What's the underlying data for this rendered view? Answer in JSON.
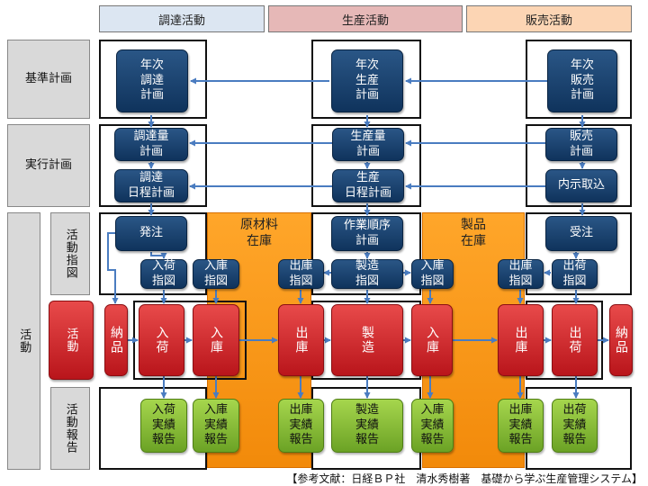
{
  "columns": {
    "procurement": "調達活動",
    "production": "生産活動",
    "sales": "販売活動"
  },
  "colors": {
    "procurement_header": "#dce6f2",
    "production_header": "#e6b8b7",
    "sales_header": "#fcd5b4",
    "plan_box": "#1f497d",
    "activity_box": "#c0262d",
    "report_box": "#8cc63f",
    "inventory": "#f79a1c",
    "arrow": "#4a7cc0"
  },
  "rows": {
    "basic_plan": "基準計画",
    "execution_plan": "実行計画",
    "activity": "活動",
    "activity_instruction": "活動指図",
    "activity_execution": "活動",
    "activity_report": "活動報告"
  },
  "inventory": {
    "raw_material": "原材料\n在庫",
    "product": "製品\n在庫"
  },
  "boxes": {
    "annual_procurement_plan": "年次\n調達\n計画",
    "annual_production_plan": "年次\n生産\n計画",
    "annual_sales_plan": "年次\n販売\n計画",
    "procurement_qty_plan": "調達量\n計画",
    "production_qty_plan": "生産量\n計画",
    "sales_plan": "販売\n計画",
    "procurement_schedule": "調達\n日程計画",
    "production_schedule": "生産\n日程計画",
    "informal_order": "内示取込",
    "purchase_order": "発注",
    "work_sequence_plan": "作業順序\n計画",
    "order_receipt": "受注",
    "receiving_instruction": "入荷\n指図",
    "warehousing_instruction_1": "入庫\n指図",
    "issue_instruction_1": "出庫\n指図",
    "manufacturing_instruction": "製造\n指図",
    "warehousing_instruction_2": "入庫\n指図",
    "issue_instruction_2": "出庫\n指図",
    "shipping_instruction": "出荷\n指図",
    "delivery_in": "納品",
    "receiving": "入荷",
    "warehousing_1": "入庫",
    "issue_1": "出庫",
    "manufacturing": "製造",
    "warehousing_2": "入庫",
    "issue_2": "出庫",
    "shipping": "出荷",
    "delivery_out": "納品",
    "receiving_report": "入荷\n実績\n報告",
    "warehousing_report_1": "入庫\n実績\n報告",
    "issue_report_1": "出庫\n実績\n報告",
    "manufacturing_report": "製造\n実績\n報告",
    "warehousing_report_2": "入庫\n実績\n報告",
    "issue_report_2": "出庫\n実績\n報告",
    "shipping_report": "出荷\n実績\n報告"
  },
  "reference": "【参考文献：日経ＢＰ社　清水秀樹著　基礎から学ぶ生産管理システム】"
}
